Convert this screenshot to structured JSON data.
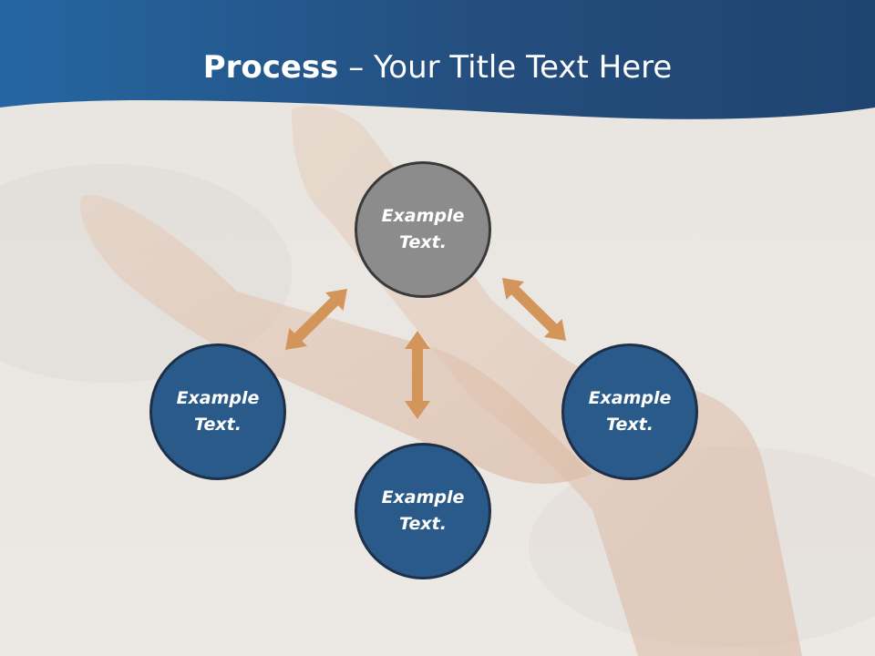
{
  "title": {
    "bold": "Process",
    "rest": " – Your Title Text Here"
  },
  "nodes": {
    "top": "Example Text.",
    "left": "Example Text.",
    "bottom": "Example Text.",
    "right": "Example Text."
  },
  "colors": {
    "header": "#24598f",
    "node_blue": "#2a5a8a",
    "node_grey": "#8c8c8c",
    "arrow": "#d4955a"
  },
  "icons": {
    "arrow": "double-headed-arrow"
  }
}
